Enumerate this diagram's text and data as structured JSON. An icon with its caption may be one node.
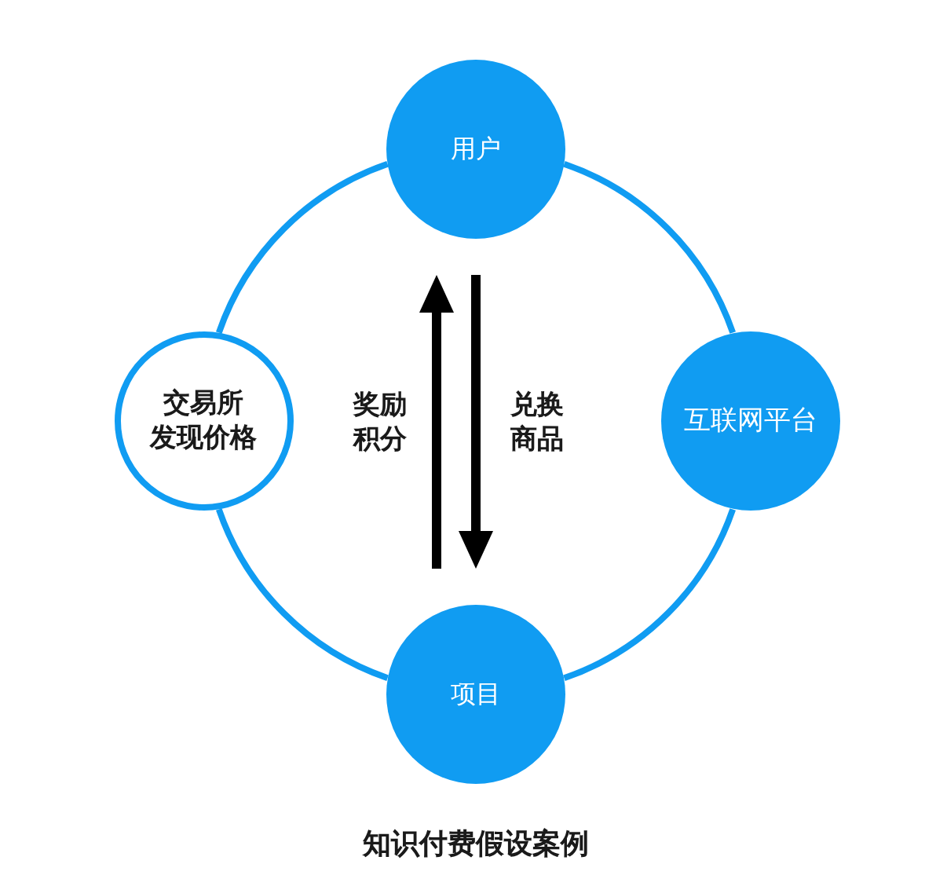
{
  "diagram": {
    "caption": "知识付费假设案例",
    "nodes": [
      {
        "text": [
          "用户"
        ]
      },
      {
        "text": [
          "交易所发现价格"
        ]
      },
      {
        "text": [
          "互联网平台"
        ]
      },
      {
        "text": [
          "项目"
        ]
      }
    ],
    "edges": [
      {
        "from": 0,
        "to": 2,
        "arrow": "none"
      },
      {
        "from": 2,
        "to": 3,
        "arrow": "none"
      },
      {
        "from": 3,
        "to": 1,
        "arrow": "none"
      },
      {
        "from": 1,
        "to": 0,
        "arrow": "none"
      },
      {
        "from": 3,
        "to": 0,
        "arrow": "to",
        "label": "奖励积分",
        "color": "#000000"
      },
      {
        "from": 0,
        "to": 3,
        "arrow": "to",
        "label": "兑换商品",
        "color": "#000000"
      }
    ]
  }
}
